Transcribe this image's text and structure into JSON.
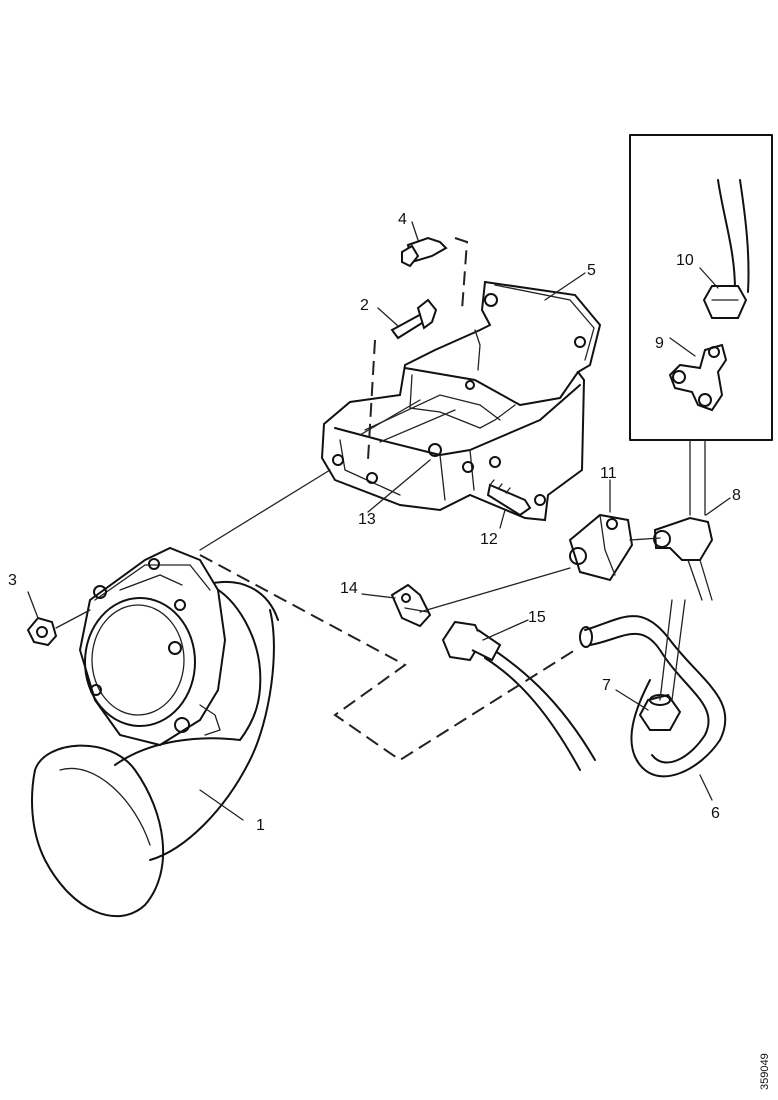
{
  "callouts": [
    {
      "label": "1"
    },
    {
      "label": "2"
    },
    {
      "label": "3"
    },
    {
      "label": "4"
    },
    {
      "label": "5"
    },
    {
      "label": "6"
    },
    {
      "label": "7"
    },
    {
      "label": "8"
    },
    {
      "label": "9"
    },
    {
      "label": "10"
    },
    {
      "label": "11"
    },
    {
      "label": "12"
    },
    {
      "label": "13"
    },
    {
      "label": "14"
    },
    {
      "label": "15"
    }
  ],
  "drawing_number": "359049"
}
